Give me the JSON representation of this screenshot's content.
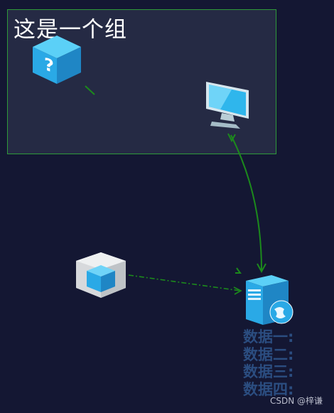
{
  "group": {
    "title": "这是一个组"
  },
  "nodes": [
    {
      "id": "unknown-cube",
      "icon": "question-cube-icon"
    },
    {
      "id": "monitor",
      "icon": "monitor-icon"
    },
    {
      "id": "container-cube",
      "icon": "container-cube-icon"
    },
    {
      "id": "server",
      "icon": "web-server-icon"
    }
  ],
  "server_labels": [
    "数据一:",
    "数据二:",
    "数据三:",
    "数据四:"
  ],
  "edges": [
    {
      "from": "monitor",
      "to": "server",
      "style": "solid",
      "color": "#1c8a1c"
    },
    {
      "from": "container-cube",
      "to": "server",
      "style": "dash-dot",
      "color": "#1c8a1c"
    }
  ],
  "colors": {
    "background": "#141733",
    "group_fill": "#252a44",
    "group_border": "#2f9a3a",
    "edge": "#1c8a1c",
    "label": "#2b4d80"
  },
  "watermark": "CSDN @梓谦"
}
